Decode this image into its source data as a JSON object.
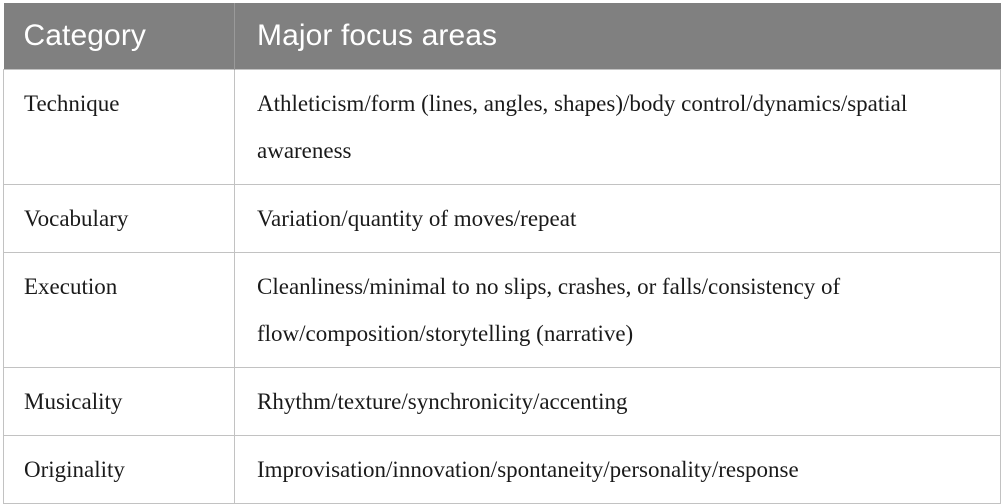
{
  "table": {
    "columns": [
      {
        "key": "category",
        "label": "Category"
      },
      {
        "key": "focus",
        "label": "Major focus areas"
      }
    ],
    "rows": [
      {
        "category": "Technique",
        "focus": "Athleticism/form (lines, angles, shapes)/body control/dynamics/spatial awareness"
      },
      {
        "category": "Vocabulary",
        "focus": "Variation/quantity of moves/repeat"
      },
      {
        "category": "Execution",
        "focus": "Cleanliness/minimal to no slips, crashes, or falls/consistency of flow/composition/storytelling (narrative)"
      },
      {
        "category": "Musicality",
        "focus": "Rhythm/texture/synchronicity/accenting"
      },
      {
        "category": "Originality",
        "focus": "Improvisation/innovation/spontaneity/personality/response"
      }
    ]
  },
  "style": {
    "header_background": "#808080",
    "header_text_color": "#ffffff",
    "body_text_color": "#1a1a1a",
    "border_color": "#c2c2c2",
    "page_background": "#ffffff"
  }
}
